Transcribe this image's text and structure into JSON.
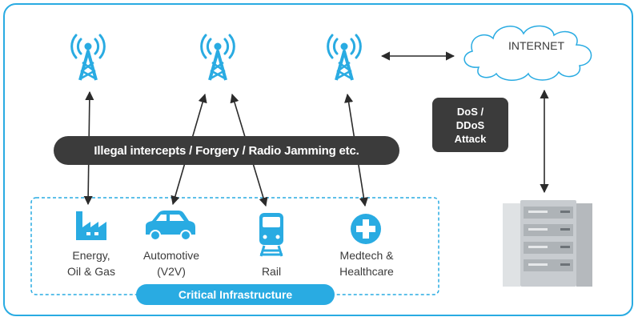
{
  "threats": {
    "bar_label": "Illegal intercepts / Forgery / Radio Jamming  etc.",
    "attack_lines": [
      "DoS /",
      "DDoS",
      "Attack"
    ]
  },
  "internet": {
    "label": "INTERNET"
  },
  "sectors": [
    {
      "icon": "factory-icon",
      "line1": "Energy,",
      "line2": "Oil & Gas"
    },
    {
      "icon": "car-icon",
      "line1": "Automotive",
      "line2": "(V2V)"
    },
    {
      "icon": "train-icon",
      "line1": "Rail",
      "line2": ""
    },
    {
      "icon": "medical-cross-icon",
      "line1": "Medtech &",
      "line2": "Healthcare"
    }
  ],
  "group": {
    "label": "Critical Infrastructure"
  },
  "icons": [
    "cell-tower-icon",
    "cell-tower-icon",
    "cell-tower-icon",
    "cloud-icon",
    "server-rack-icon"
  ],
  "colors": {
    "accent": "#29abe2",
    "dark": "#3b3b3b",
    "server": "#c8ccd0"
  }
}
